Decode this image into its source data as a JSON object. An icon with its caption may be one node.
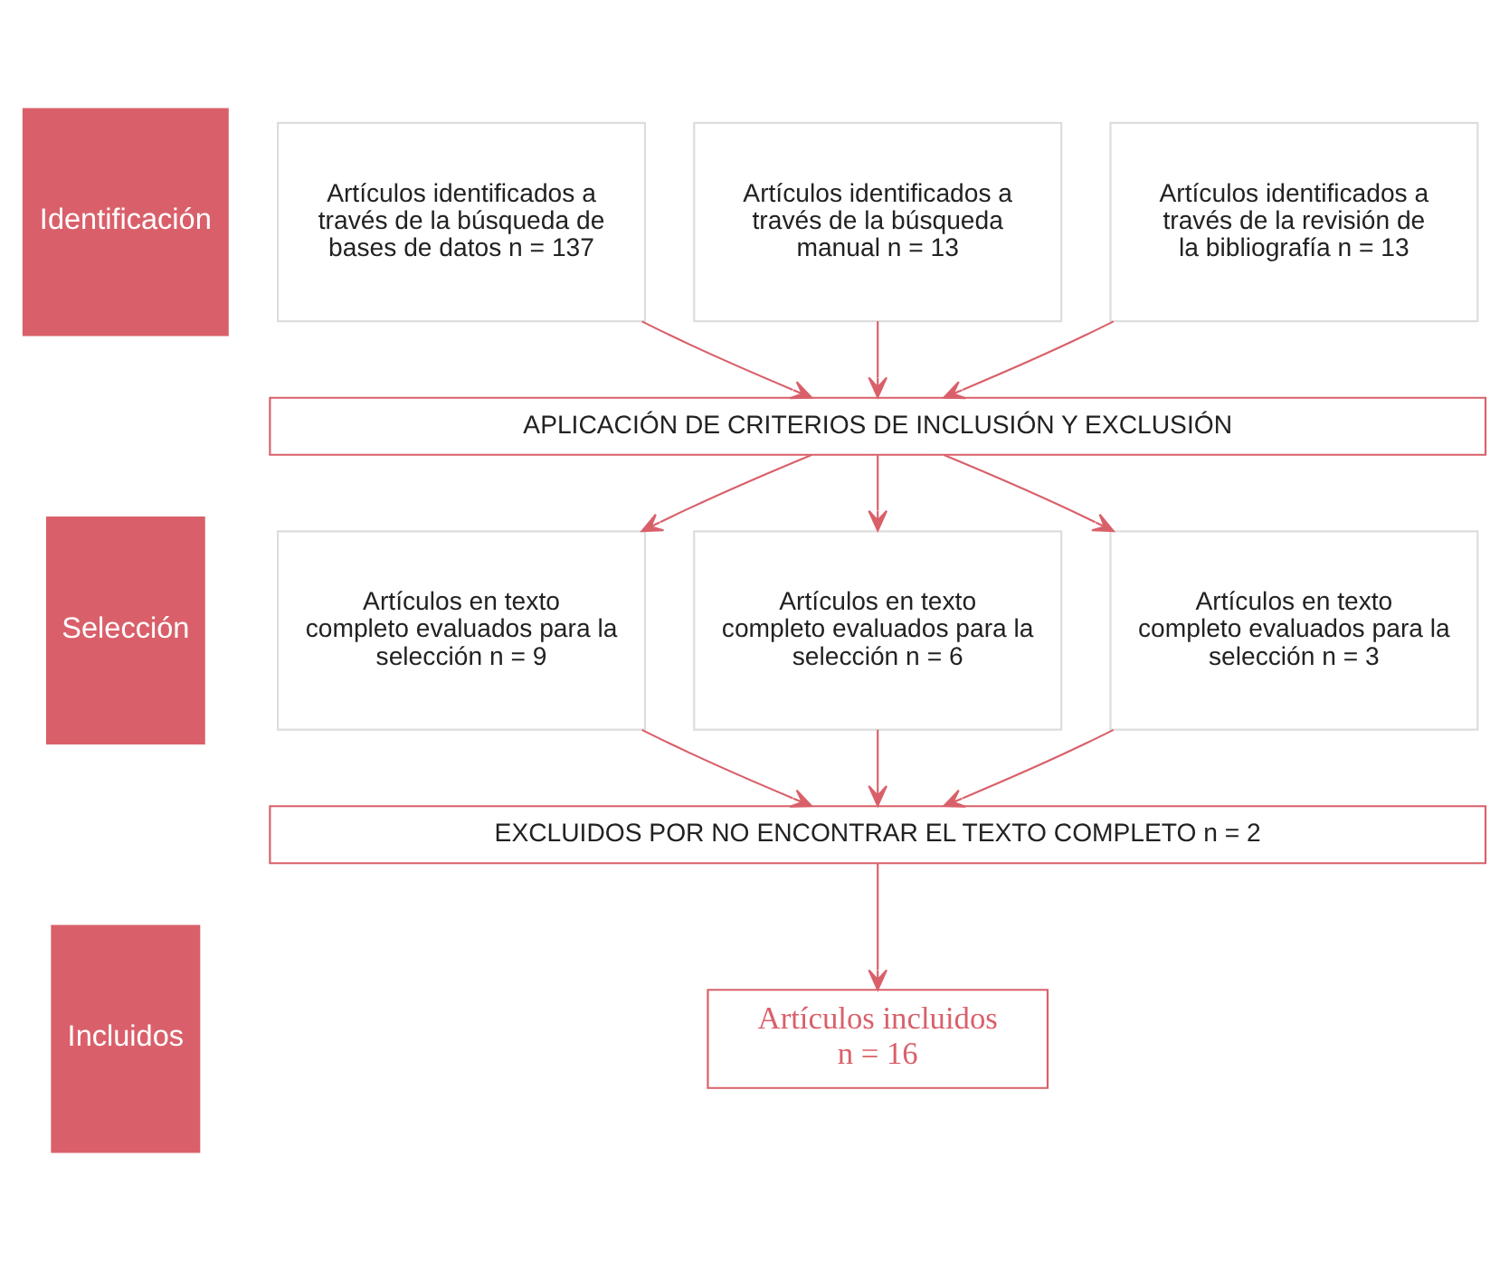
{
  "diagram": {
    "nodes": [
      {
        "text": [
          "Identificación"
        ]
      },
      {
        "text": [
          "Selección"
        ]
      },
      {
        "text": [
          "Incluidos"
        ]
      },
      {
        "text": [
          "Artículos identificados a través de la búsqueda de bases de datos n = 137"
        ]
      },
      {
        "text": [
          "Artículos identificados a través de la búsqueda manual n = 13"
        ]
      },
      {
        "text": [
          "Artículos identificados a través de la revisión de la bibliografía n = 13"
        ]
      },
      {
        "text": [
          "APLICACIÓN DE CRITERIOS DE INCLUSIÓN Y EXCLUSIÓN"
        ]
      },
      {
        "text": [
          "Artículos en texto completo evaluados para la selección n = 9"
        ]
      },
      {
        "text": [
          "Artículos en texto completo evaluados para la selección n = 6"
        ]
      },
      {
        "text": [
          "Artículos en texto completo evaluados para la selección n = 3"
        ]
      },
      {
        "text": [
          "EXCLUIDOS POR NO ENCONTRAR EL TEXTO COMPLETO n = 2"
        ]
      },
      {
        "text": [
          "Artículos incluidos n = 16"
        ]
      }
    ],
    "edges": [
      {
        "from": 3,
        "to": 6,
        "arrow": "to"
      },
      {
        "from": 4,
        "to": 6,
        "arrow": "to"
      },
      {
        "from": 5,
        "to": 6,
        "arrow": "to"
      },
      {
        "from": 6,
        "to": 7,
        "arrow": "to"
      },
      {
        "from": 6,
        "to": 8,
        "arrow": "to"
      },
      {
        "from": 6,
        "to": 9,
        "arrow": "to"
      },
      {
        "from": 7,
        "to": 10,
        "arrow": "to"
      },
      {
        "from": 8,
        "to": 10,
        "arrow": "to"
      },
      {
        "from": 9,
        "to": 10,
        "arrow": "to"
      },
      {
        "from": 10,
        "to": 11,
        "arrow": "to"
      }
    ]
  }
}
